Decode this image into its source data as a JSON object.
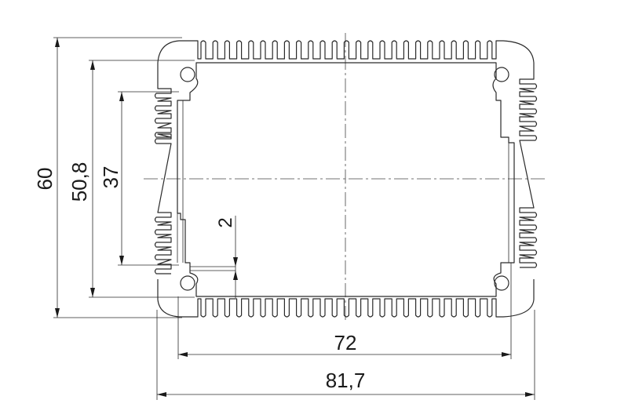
{
  "drawing": {
    "dimensions": {
      "height_outer": "60",
      "height_inner": "50,8",
      "height_slot": "37",
      "gap": "2",
      "width_inner": "72",
      "width_outer": "81,7"
    }
  }
}
